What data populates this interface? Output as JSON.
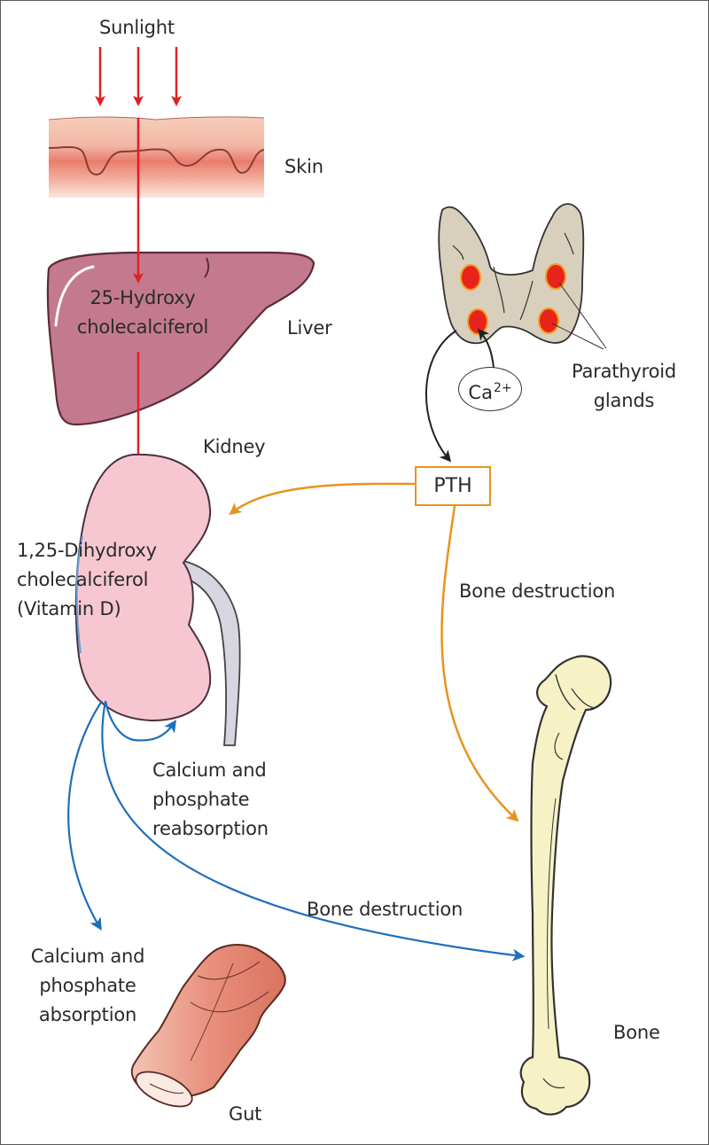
{
  "labels": {
    "sunlight": "Sunlight",
    "skin": "Skin",
    "hydroxy_line1": "25-Hydroxy",
    "hydroxy_line2": "cholecalciferol",
    "liver": "Liver",
    "kidney": "Kidney",
    "dihydroxy_line1": "1,25-Dihydroxy",
    "dihydroxy_line2": "cholecalciferol",
    "dihydroxy_line3": "(Vitamin D)",
    "parathyroid_line1": "Parathyroid",
    "parathyroid_line2": "glands",
    "ca_base": "Ca",
    "ca_charge": "2+",
    "pth": "PTH",
    "bone_destruction_pth": "Bone destruction",
    "reabsorption_line1": "Calcium and",
    "reabsorption_line2": "phosphate",
    "reabsorption_line3": "reabsorption",
    "bone_destruction_vitd": "Bone destruction",
    "absorption_line1": "Calcium and",
    "absorption_line2": "phosphate",
    "absorption_line3": "absorption",
    "gut": "Gut",
    "bone": "Bone"
  },
  "colors": {
    "sunlight_arrows": "#e31e24",
    "synthesis_arrow": "#e31e24",
    "pth_arrows": "#e8931f",
    "vitamin_d_arrows": "#1e6fba",
    "feedback_arrow": "#222222",
    "skin": "#f4c6b2",
    "liver": "#c47a8e",
    "kidney": "#f7c7d1",
    "thyroid": "#d8d0bd",
    "parathyroid": "#e8231c",
    "bone": "#f7f2c6",
    "gut": "#e9a08f"
  }
}
